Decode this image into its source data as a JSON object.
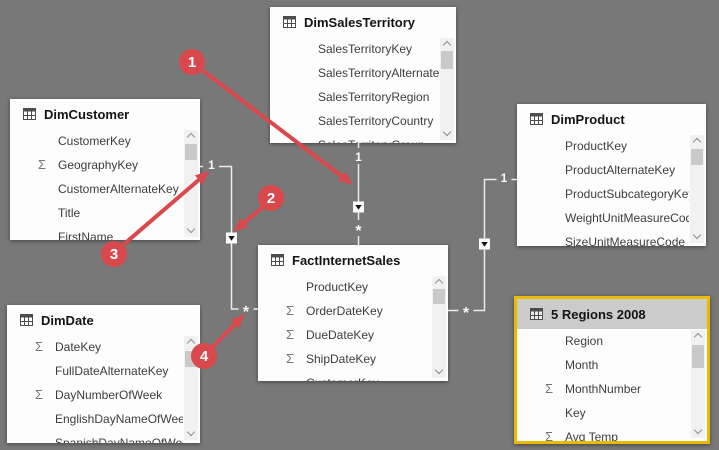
{
  "colors": {
    "canvas_bg": "#787878",
    "table_bg": "#fdfdfd",
    "selected_table_border": "#e9ba00",
    "selected_table_header_bg": "#cbcbcb",
    "relationship_line": "#ececec",
    "cardinality_text": "#f7f7f7",
    "annotation_red": "#d9484c",
    "title_text": "#141414",
    "field_text": "#3e3d3b"
  },
  "icons": {
    "table_icon": "table-grid",
    "sigma_icon": "Σ",
    "scroll_up_icon": "chevron-up",
    "scroll_down_icon": "chevron-down",
    "filter_direction_icon": "triangle-down"
  },
  "tables": [
    {
      "title": "DimSalesTerritory",
      "selected": false,
      "fields": [
        {
          "name": "SalesTerritoryKey",
          "sigma": false
        },
        {
          "name": "SalesTerritoryAlternateKey",
          "sigma": false
        },
        {
          "name": "SalesTerritoryRegion",
          "sigma": false
        },
        {
          "name": "SalesTerritoryCountry",
          "sigma": false
        },
        {
          "name": "SalesTerritoryGroup",
          "sigma": false
        }
      ]
    },
    {
      "title": "DimCustomer",
      "selected": false,
      "fields": [
        {
          "name": "CustomerKey",
          "sigma": false
        },
        {
          "name": "GeographyKey",
          "sigma": true
        },
        {
          "name": "CustomerAlternateKey",
          "sigma": false
        },
        {
          "name": "Title",
          "sigma": false
        },
        {
          "name": "FirstName",
          "sigma": false
        }
      ]
    },
    {
      "title": "DimProduct",
      "selected": false,
      "fields": [
        {
          "name": "ProductKey",
          "sigma": false
        },
        {
          "name": "ProductAlternateKey",
          "sigma": false
        },
        {
          "name": "ProductSubcategoryKey",
          "sigma": false
        },
        {
          "name": "WeightUnitMeasureCode",
          "sigma": false
        },
        {
          "name": "SizeUnitMeasureCode",
          "sigma": false
        }
      ]
    },
    {
      "title": "DimDate",
      "selected": false,
      "fields": [
        {
          "name": "DateKey",
          "sigma": true
        },
        {
          "name": "FullDateAlternateKey",
          "sigma": false
        },
        {
          "name": "DayNumberOfWeek",
          "sigma": true
        },
        {
          "name": "EnglishDayNameOfWeek",
          "sigma": false
        },
        {
          "name": "SpanishDayNameOfWeek",
          "sigma": false
        }
      ]
    },
    {
      "title": "FactInternetSales",
      "selected": false,
      "fields": [
        {
          "name": "ProductKey",
          "sigma": false
        },
        {
          "name": "OrderDateKey",
          "sigma": true
        },
        {
          "name": "DueDateKey",
          "sigma": true
        },
        {
          "name": "ShipDateKey",
          "sigma": true
        },
        {
          "name": "CustomerKey",
          "sigma": false
        }
      ]
    },
    {
      "title": "5 Regions 2008",
      "selected": true,
      "fields": [
        {
          "name": "Region",
          "sigma": false
        },
        {
          "name": "Month",
          "sigma": false
        },
        {
          "name": "MonthNumber",
          "sigma": true
        },
        {
          "name": "Key",
          "sigma": false
        },
        {
          "name": "Avg Temp",
          "sigma": true
        }
      ]
    }
  ],
  "relationships": [
    {
      "from": "DimSalesTerritory",
      "to": "FactInternetSales",
      "one_label": "1",
      "many_label": "*"
    },
    {
      "from": "DimCustomer",
      "to": "FactInternetSales",
      "one_label": "1",
      "many_label": "*"
    },
    {
      "from": "DimProduct",
      "to": "FactInternetSales",
      "one_label": "1",
      "many_label": "*"
    }
  ],
  "annotations": [
    {
      "number": "1"
    },
    {
      "number": "2"
    },
    {
      "number": "3"
    },
    {
      "number": "4"
    }
  ]
}
